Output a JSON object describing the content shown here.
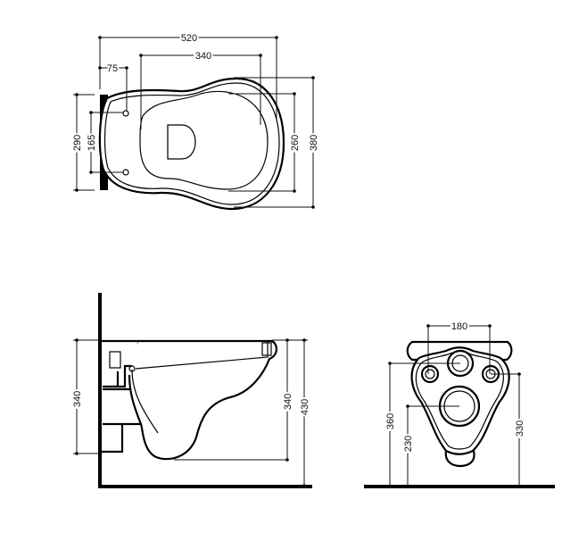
{
  "top_view": {
    "overall_width": "520",
    "seat_width": "340",
    "fixing_offset": "75",
    "plate_height": "290",
    "fixing_spacing": "165",
    "seat_depth": "260",
    "overall_depth": "380"
  },
  "side_view": {
    "connection_height": "340",
    "bowl_height": "340",
    "rim_height": "430"
  },
  "front_view": {
    "bolt_spacing": "180",
    "inlet_height": "360",
    "outlet_height": "230",
    "bolt_height": "330"
  }
}
